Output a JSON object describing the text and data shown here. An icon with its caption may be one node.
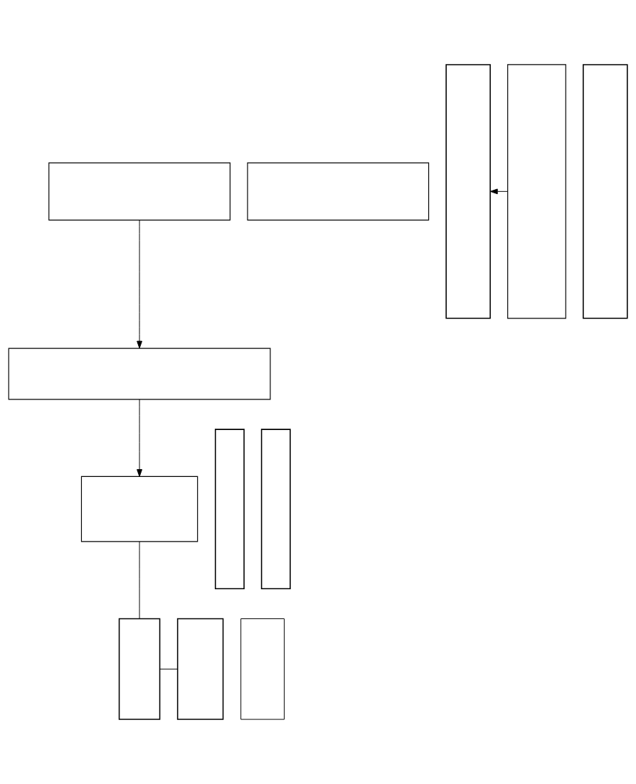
{
  "diagram": {
    "nodes": [
      {
        "text": [],
        "shape": "box"
      },
      {
        "text": [],
        "shape": "box"
      },
      {
        "text": [],
        "shape": "box"
      },
      {
        "text": [],
        "shape": "box"
      },
      {
        "text": [],
        "shape": "box"
      },
      {
        "text": [],
        "shape": "box"
      },
      {
        "text": [],
        "shape": "box"
      },
      {
        "text": [],
        "shape": "box"
      },
      {
        "text": [],
        "shape": "box"
      },
      {
        "text": [],
        "shape": "box"
      },
      {
        "text": [],
        "shape": "box"
      },
      {
        "text": [],
        "shape": "box"
      }
    ],
    "edges": [
      {
        "from": 0,
        "to": 2,
        "arrow": "to"
      },
      {
        "from": 5,
        "to": 3,
        "arrow": "to"
      },
      {
        "from": 2,
        "to": 8,
        "arrow": "to"
      },
      {
        "from": 8,
        "to": 9,
        "arrow": "none"
      },
      {
        "from": 9,
        "to": 10,
        "arrow": "none"
      }
    ]
  }
}
